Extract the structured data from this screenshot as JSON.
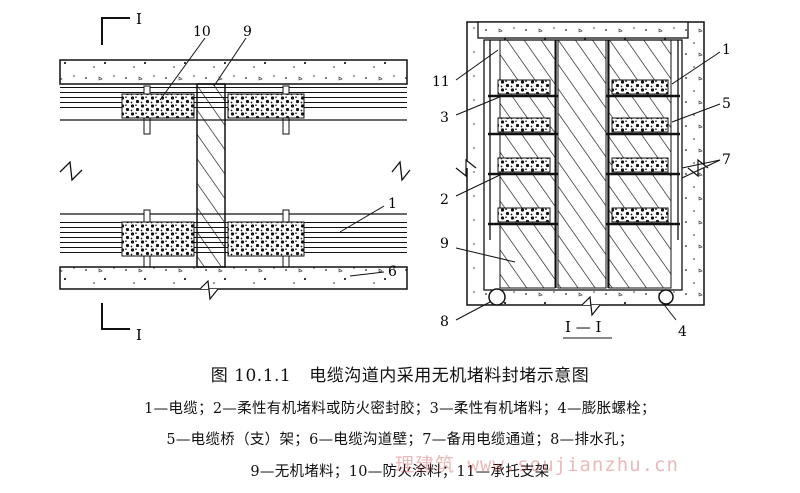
{
  "figure": {
    "number": "图 10.1.1",
    "title": "电缆沟道内采用无机堵料封堵示意图"
  },
  "legend": {
    "line1": "1—电缆；2—柔性有机堵料或防火密封胶；3—柔性有机堵料；4—膨胀螺栓；",
    "line2": "5—电缆桥（支）架；6—电缆沟道壁；7—备用电缆通道；8—排水孔；",
    "line3": "9—无机堵料；10—防火涂料；11—承托支架"
  },
  "left_view": {
    "section_mark_top": "I",
    "section_mark_bottom": "I",
    "labels": [
      "10",
      "9",
      "1",
      "6"
    ]
  },
  "right_view": {
    "section_title": "I — I",
    "labels": [
      "11",
      "3",
      "2",
      "9",
      "8",
      "1",
      "5",
      "7",
      "4"
    ]
  },
  "watermark": "理建筑 www.soujianzhu.cn",
  "colors": {
    "line": "#111111",
    "watermark": "#c84646"
  }
}
